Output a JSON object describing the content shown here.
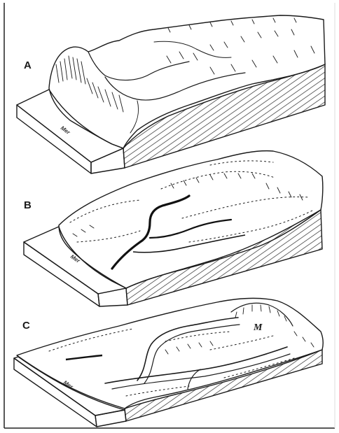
{
  "figure": {
    "panels": [
      {
        "letter": "A",
        "sea_label": "Mer"
      },
      {
        "letter": "B",
        "sea_label": "Mer"
      },
      {
        "letter": "C",
        "sea_label": "Mer",
        "marker": "M"
      }
    ],
    "colors": {
      "ink": "#1a1a1a",
      "paper": "#ffffff",
      "hatch": "#333333"
    }
  }
}
